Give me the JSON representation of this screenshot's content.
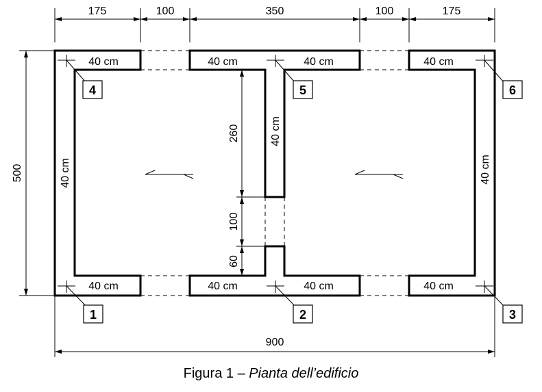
{
  "top_dimensions": [
    "175",
    "100",
    "350",
    "100",
    "175"
  ],
  "left_dimension": "500",
  "bottom_dimension": "900",
  "center_dimensions": [
    "260",
    "100",
    "60"
  ],
  "wall_labels": {
    "top_left": "40 cm",
    "top_center_left": "40 cm",
    "top_center_right": "40 cm",
    "top_right": "40 cm",
    "bottom_left": "40 cm",
    "bottom_center_left": "40 cm",
    "bottom_center_right": "40 cm",
    "bottom_right": "40 cm",
    "left_wall": "40 cm",
    "right_wall": "40 cm",
    "center_wall": "40 cm"
  },
  "nodes": [
    "1",
    "2",
    "3",
    "4",
    "5",
    "6"
  ],
  "caption": {
    "prefix": "Figura 1 – ",
    "title": "Pianta dell’edificio"
  }
}
